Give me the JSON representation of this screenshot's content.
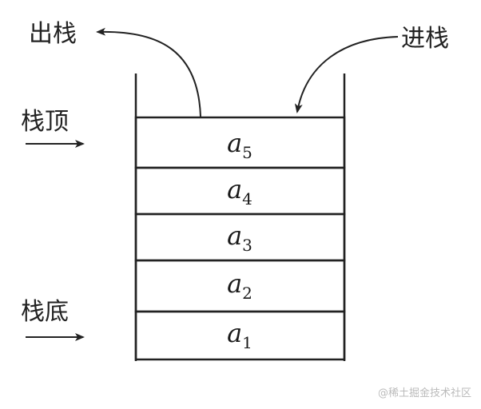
{
  "labels": {
    "pop": "出栈",
    "push": "进栈",
    "top": "栈顶",
    "bottom": "栈底"
  },
  "stack": {
    "items": [
      {
        "symbol": "a",
        "sub": "5"
      },
      {
        "symbol": "a",
        "sub": "4"
      },
      {
        "symbol": "a",
        "sub": "3"
      },
      {
        "symbol": "a",
        "sub": "2"
      },
      {
        "symbol": "a",
        "sub": "1"
      }
    ]
  },
  "watermark": "@稀土掘金技术社区",
  "colors": {
    "ink": "#222222",
    "watermark": "#bbbbbb"
  }
}
